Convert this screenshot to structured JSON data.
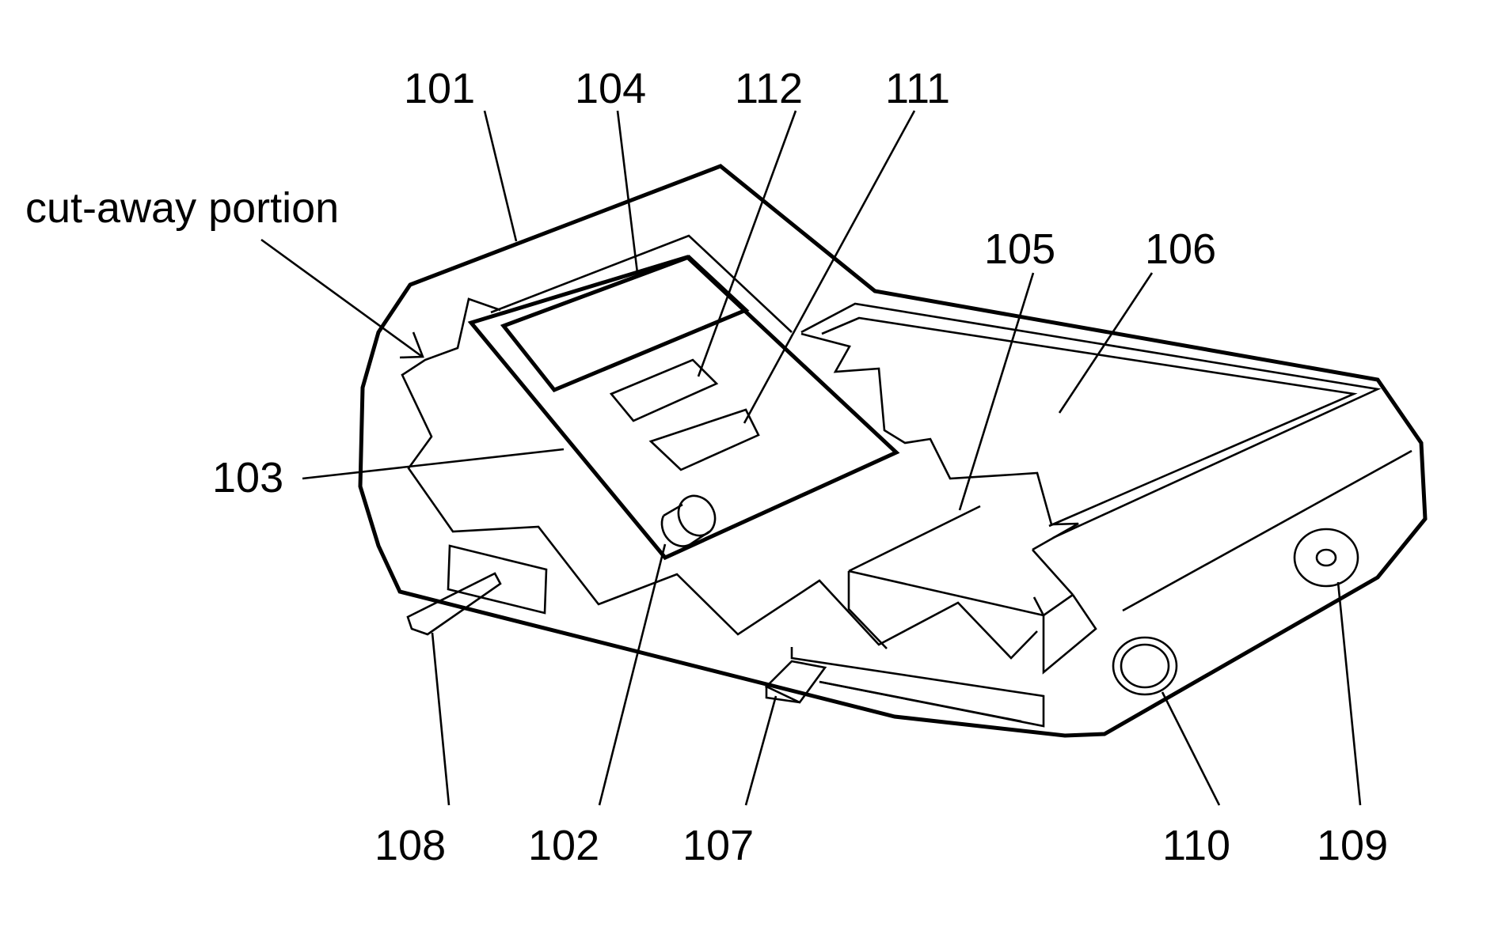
{
  "figure": {
    "caption_label": "cut-away portion",
    "labels": {
      "101": "101",
      "102": "102",
      "103": "103",
      "104": "104",
      "105": "105",
      "106": "106",
      "107": "107",
      "108": "108",
      "109": "109",
      "110": "110",
      "111": "111",
      "112": "112"
    }
  }
}
